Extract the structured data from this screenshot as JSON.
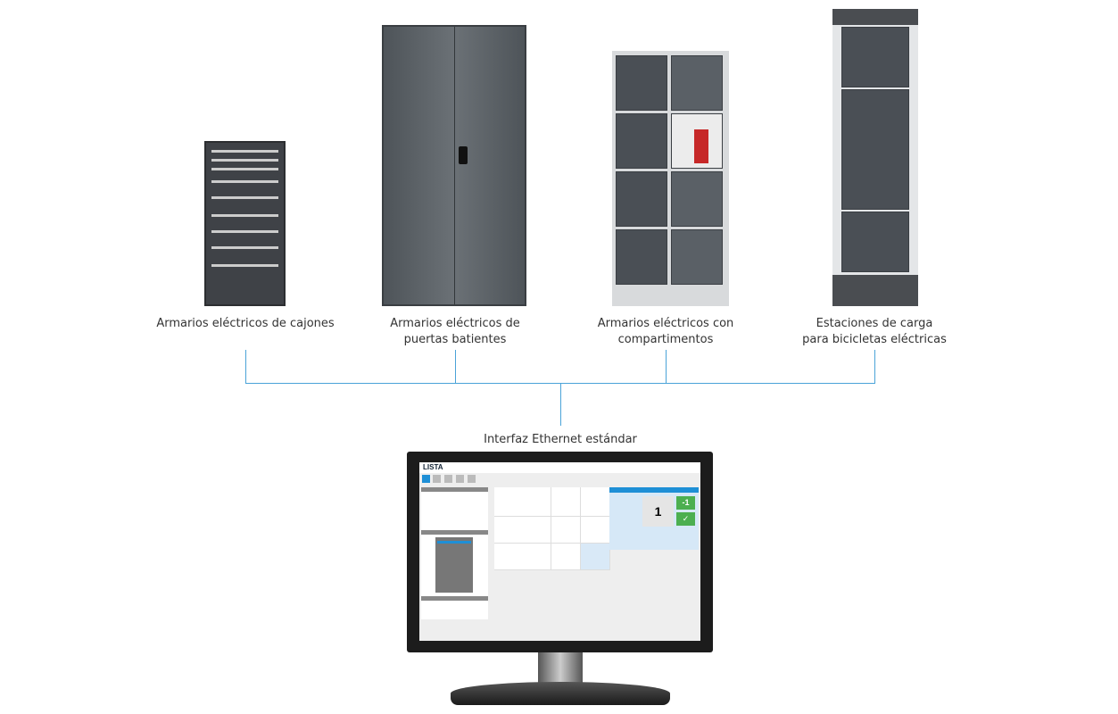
{
  "products": [
    {
      "label_line1": "Armarios eléctricos de cajones",
      "label_line2": ""
    },
    {
      "label_line1": "Armarios eléctricos de",
      "label_line2": "puertas batientes"
    },
    {
      "label_line1": "Armarios eléctricos con",
      "label_line2": "compartimentos"
    },
    {
      "label_line1": "Estaciones de carga",
      "label_line2": "para bicicletas eléctricas"
    }
  ],
  "interface_label": "Interfaz Ethernet estándar",
  "screen": {
    "logo": "LISTA",
    "qty": "1",
    "minus": "-1",
    "confirm_icon": "check-icon"
  },
  "colors": {
    "connector": "#4aa3d8",
    "accent": "#1e8fd6",
    "green": "#4caf50"
  }
}
